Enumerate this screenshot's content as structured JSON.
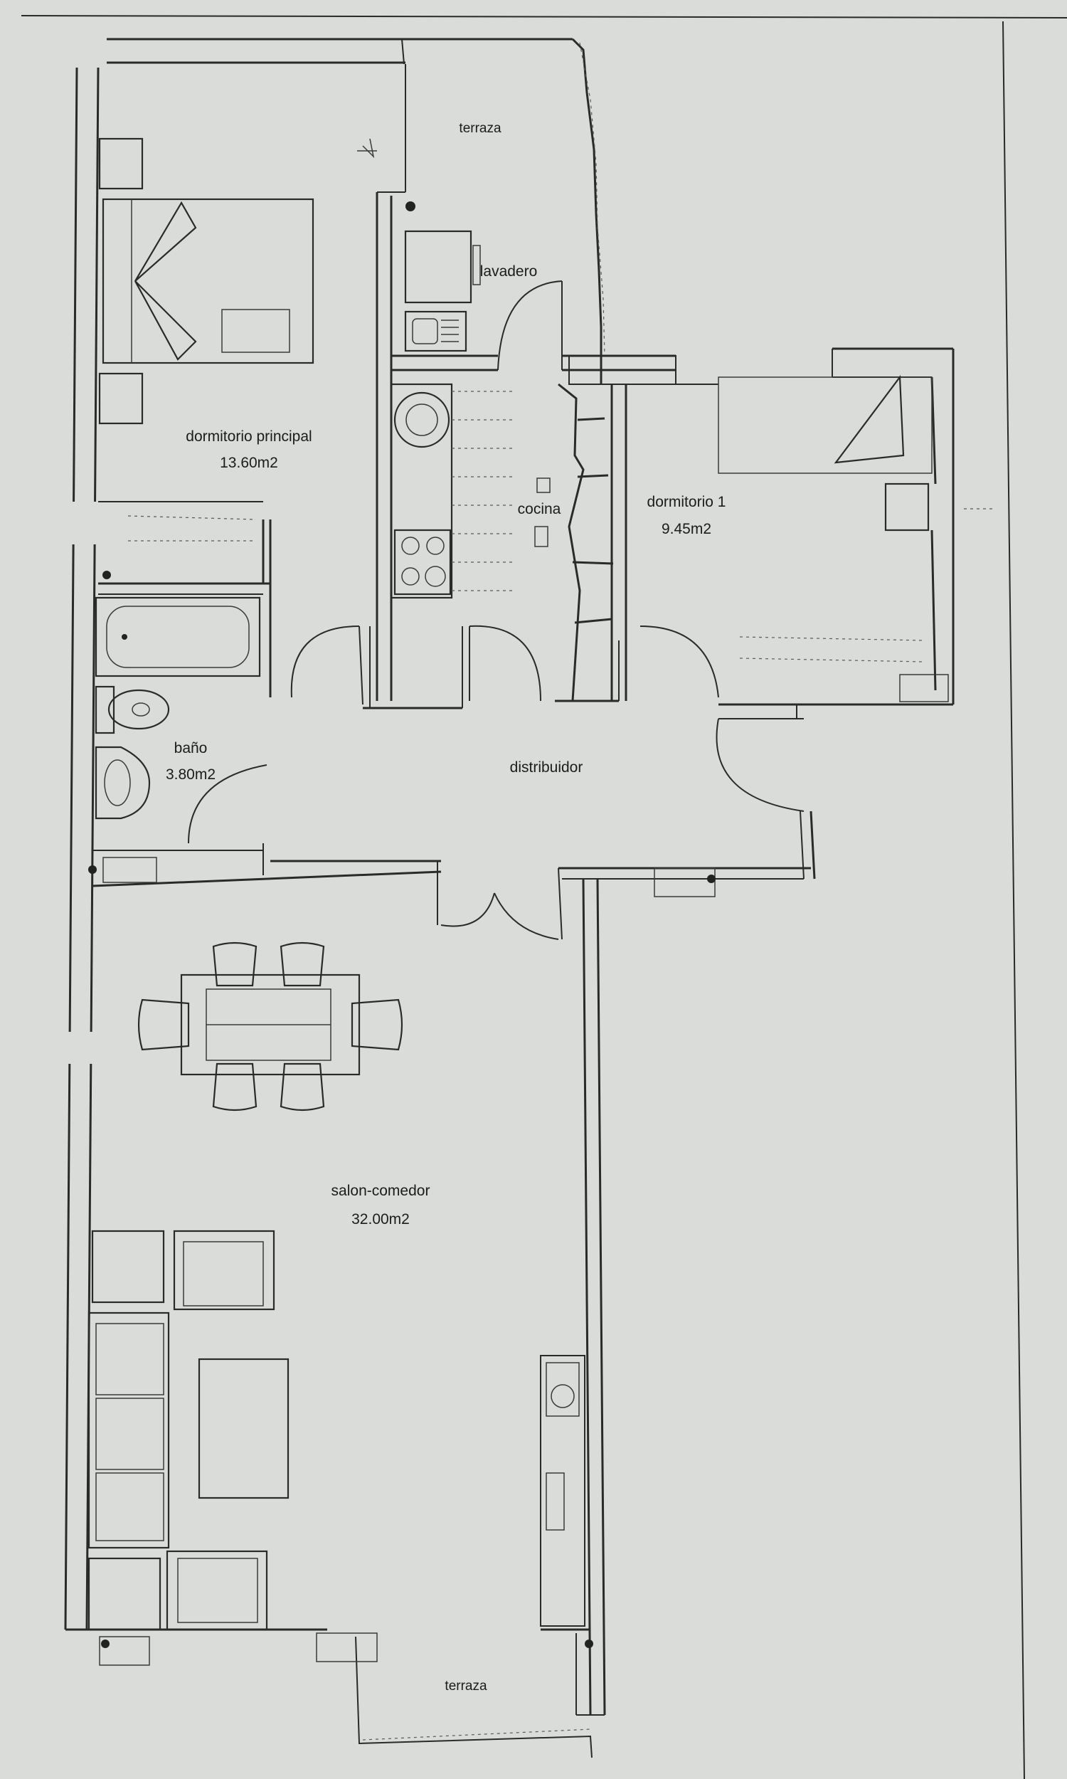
{
  "plan": {
    "rooms": [
      {
        "id": "terraza-top",
        "name": "terraza",
        "area": ""
      },
      {
        "id": "lavadero",
        "name": "lavadero",
        "area": ""
      },
      {
        "id": "dormitorio-principal",
        "name": "dormitorio principal",
        "area": "13.60m2"
      },
      {
        "id": "cocina",
        "name": "cocina",
        "area": ""
      },
      {
        "id": "dormitorio-1",
        "name": "dormitorio 1",
        "area": "9.45m2"
      },
      {
        "id": "bano",
        "name": "baño",
        "area": "3.80m2"
      },
      {
        "id": "distribuidor",
        "name": "distribuidor",
        "area": ""
      },
      {
        "id": "salon-comedor",
        "name": "salon-comedor",
        "area": "32.00m2"
      },
      {
        "id": "terraza-bottom",
        "name": "terraza",
        "area": ""
      }
    ],
    "icons": {
      "bed": "double-bed-icon",
      "single_bed": "single-bed-icon",
      "bathtub": "bathtub-icon",
      "toilet": "toilet-icon",
      "sink": "washbasin-icon",
      "stove": "cooktop-icon",
      "table": "dining-table-icon",
      "sofa": "sofa-icon"
    },
    "colors": {
      "paper": "#d9dcd8",
      "ink": "#2a2a2a"
    }
  }
}
